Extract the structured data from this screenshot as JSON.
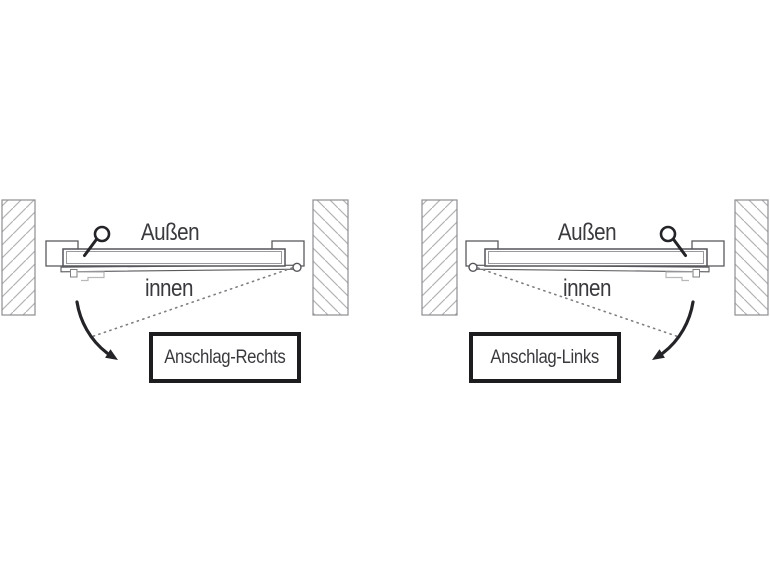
{
  "panels": [
    {
      "id": "anschlag-rechts",
      "outside_label": "Außen",
      "inside_label": "innen",
      "caption": "Anschlag-Rechts",
      "hinge_side": "right"
    },
    {
      "id": "anschlag-links",
      "outside_label": "Außen",
      "inside_label": "innen",
      "caption": "Anschlag-Links",
      "hinge_side": "left"
    }
  ],
  "colors": {
    "background": "#ffffff",
    "door_outline": "#55555a",
    "knob_and_arrow": "#242428",
    "wall_border": "#8e8e92",
    "hatch": "#b4b4b6",
    "dotted_swing_path": "#7e7e82",
    "light_detail": "#b8b8ba",
    "text": "#3a3a3e",
    "caption_box_border": "#1d1d1f"
  }
}
